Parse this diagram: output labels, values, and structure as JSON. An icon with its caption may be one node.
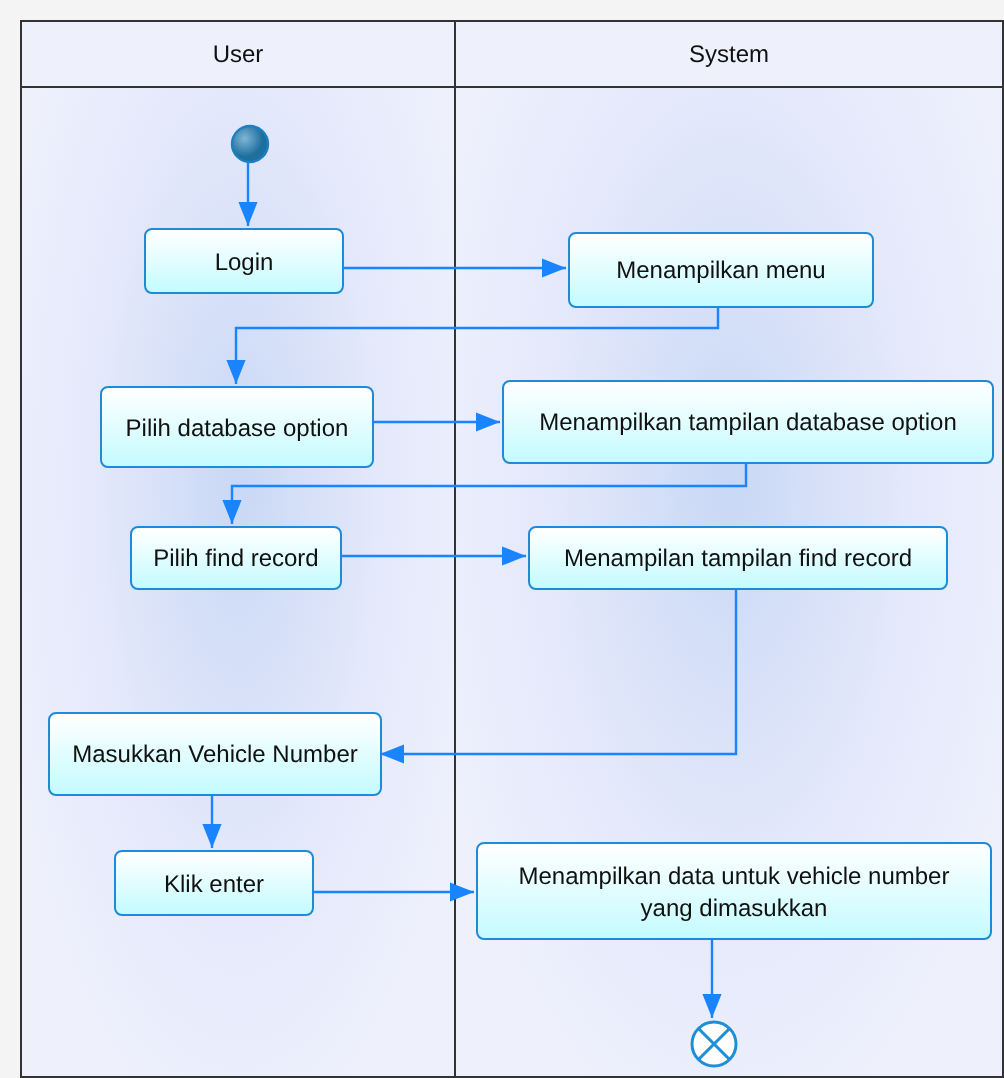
{
  "diagram": {
    "nodes": [
      {
        "text": [
          "User"
        ]
      },
      {
        "text": [
          "System"
        ]
      },
      {
        "text": [],
        "shape": "circle",
        "in": 0
      },
      {
        "text": [
          "Login"
        ],
        "in": 0
      },
      {
        "text": [
          "Menampilkan menu"
        ],
        "in": 1
      },
      {
        "text": [
          "Pilih database option"
        ],
        "in": 0
      },
      {
        "text": [
          "Menampilkan tampilan database option"
        ],
        "in": 1
      },
      {
        "text": [
          "Pilih find record"
        ],
        "in": 0
      },
      {
        "text": [
          "Menampilan tampilan find record"
        ],
        "in": 1
      },
      {
        "text": [
          "Masukkan Vehicle Number"
        ],
        "in": 0
      },
      {
        "text": [
          "Klik enter"
        ],
        "in": 0
      },
      {
        "text": [
          "Menampilkan data untuk vehicle number yang dimasukkan"
        ],
        "in": 1
      },
      {
        "text": [],
        "shape": "circle",
        "in": 1
      }
    ],
    "edges": [
      {
        "from": 2,
        "to": 3,
        "arrow": "to"
      },
      {
        "from": 3,
        "to": 4,
        "arrow": "to"
      },
      {
        "from": 4,
        "to": 5,
        "arrow": "to"
      },
      {
        "from": 5,
        "to": 6,
        "arrow": "to"
      },
      {
        "from": 6,
        "to": 7,
        "arrow": "to"
      },
      {
        "from": 7,
        "to": 8,
        "arrow": "to"
      },
      {
        "from": 8,
        "to": 9,
        "arrow": "to"
      },
      {
        "from": 9,
        "to": 10,
        "arrow": "to"
      },
      {
        "from": 10,
        "to": 11,
        "arrow": "to"
      },
      {
        "from": 11,
        "to": 12,
        "arrow": "to"
      }
    ]
  }
}
